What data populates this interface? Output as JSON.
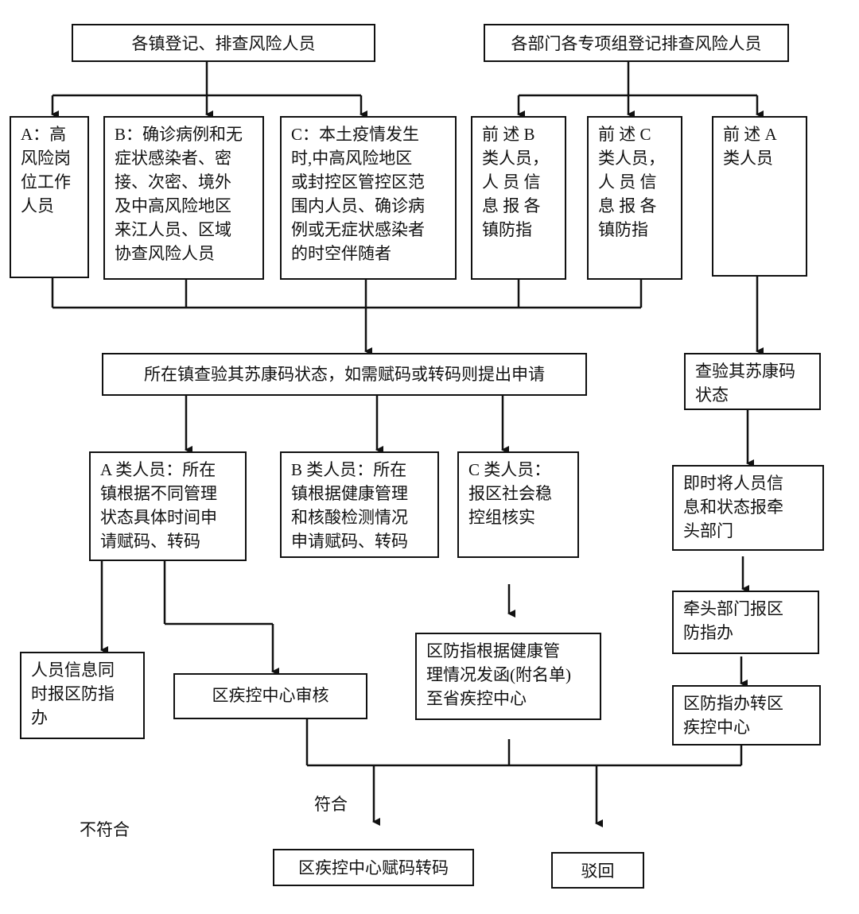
{
  "top": {
    "towns": "各镇登记、排查风险人员",
    "depts": "各部门各专项组登记排查风险人员"
  },
  "categories": {
    "a": "A：高\n风险岗\n位工作\n人员",
    "b": "B：确诊病例和无\n症状感染者、密\n接、次密、境外\n及中高风险地区\n来江人员、区域\n协查风险人员",
    "c": "C：本土疫情发生\n时,中高风险地区\n或封控区管控区范\n围内人员、确诊病\n例或无症状感染者\n的时空伴随者",
    "dept_b": "前 述  B\n类人员，\n人 员 信\n息 报 各\n镇防指",
    "dept_c": "前 述  C\n类人员，\n人 员 信\n息 报 各\n镇防指",
    "dept_a": "前 述  A\n类人员"
  },
  "check": {
    "town": "所在镇查验其苏康码状态，如需赋码或转码则提出申请",
    "dept": "查验其苏康码\n状态"
  },
  "apply": {
    "a": "A 类人员：所在\n镇根据不同管理\n状态具体时间申\n请赋码、转码",
    "b": "B 类人员：所在\n镇根据健康管理\n和核酸检测情况\n申请赋码、转码",
    "c": "C 类人员：\n报区社会稳\n控组核实"
  },
  "dept_flow": {
    "report_lead": "即时将人员信\n息和状态报牵\n头部门",
    "lead_report": "牵头部门报区\n防指办",
    "transfer": "区防指办转区\n疾控中心"
  },
  "review": {
    "notify": "人员信息同\n时报区防指\n办",
    "cdc_review": "区疾控中心审核",
    "letter": "区防指根据健康管\n理情况发函(附名单)\n至省疾控中心"
  },
  "result": {
    "pass_label": "符合",
    "fail_label": "不符合",
    "assign": "区疾控中心赋码转码",
    "reject": "驳回"
  }
}
